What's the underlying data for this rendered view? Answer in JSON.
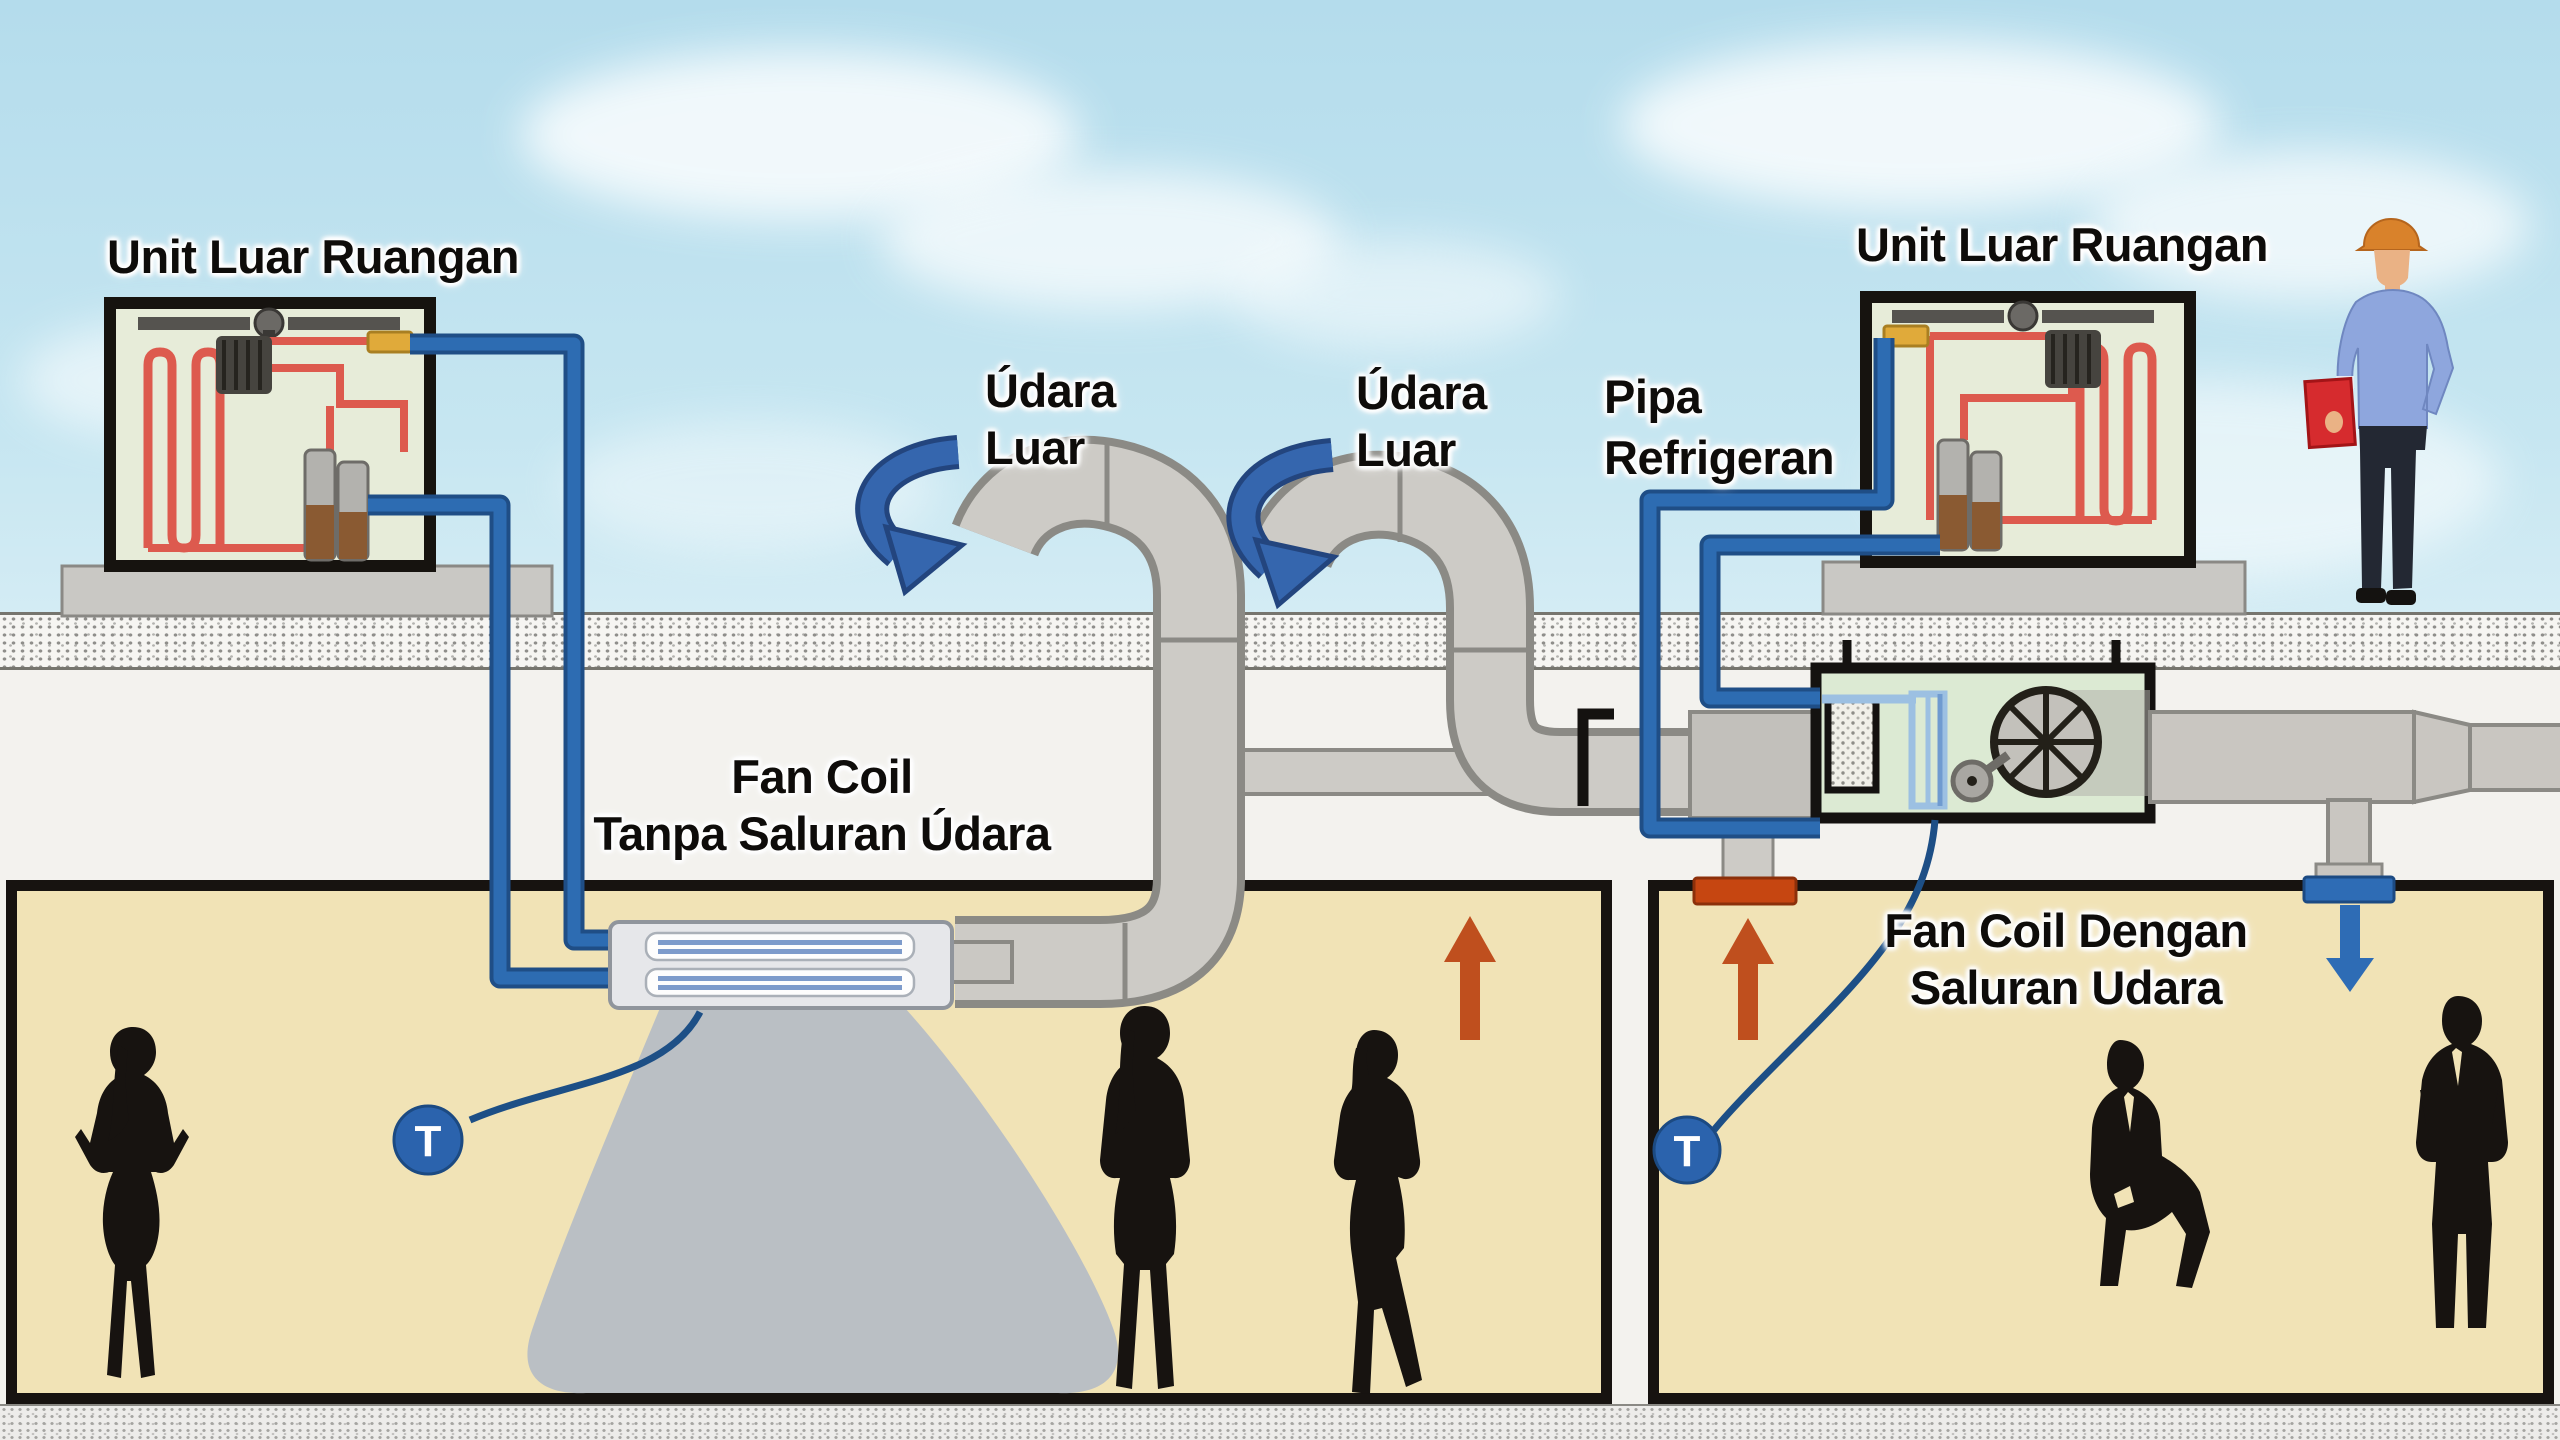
{
  "diagram": {
    "title_left_unit": "Unit Luar Ruangan",
    "title_right_unit": "Unit Luar Ruangan",
    "outside_air_left": {
      "line1": "Údara",
      "line2": "Luar"
    },
    "outside_air_right": {
      "line1": "Údara",
      "line2": "Luar"
    },
    "refrigerant_pipe": {
      "line1": "Pipa",
      "line2": "Refrigeran"
    },
    "fan_coil_ductless": {
      "line1": "Fan Coil",
      "line2": "Tanpa Saluran Údara"
    },
    "fan_coil_ducted": {
      "line1": "Fan Coil Dengan",
      "line2": "Saluran Udara"
    },
    "thermostat_left_label": "T",
    "thermostat_right_label": "T",
    "colors": {
      "sky": "#b4dcec",
      "room_wall": "#f1e3b6",
      "refrigerant_pipe_blue": "#2d6cb2",
      "air_arrow_blue": "#3566ae",
      "return_arrow_orange": "#bf4f1e",
      "supply_grille_orange": "#c64611",
      "supply_grille_blue": "#2e6cb5",
      "duct_gray": "#cdcbc6",
      "unit_interior_green": "#e7ecd9",
      "condenser_coil_red": "#dd5a4e",
      "thermostat_blue": "#2b63ad"
    }
  }
}
